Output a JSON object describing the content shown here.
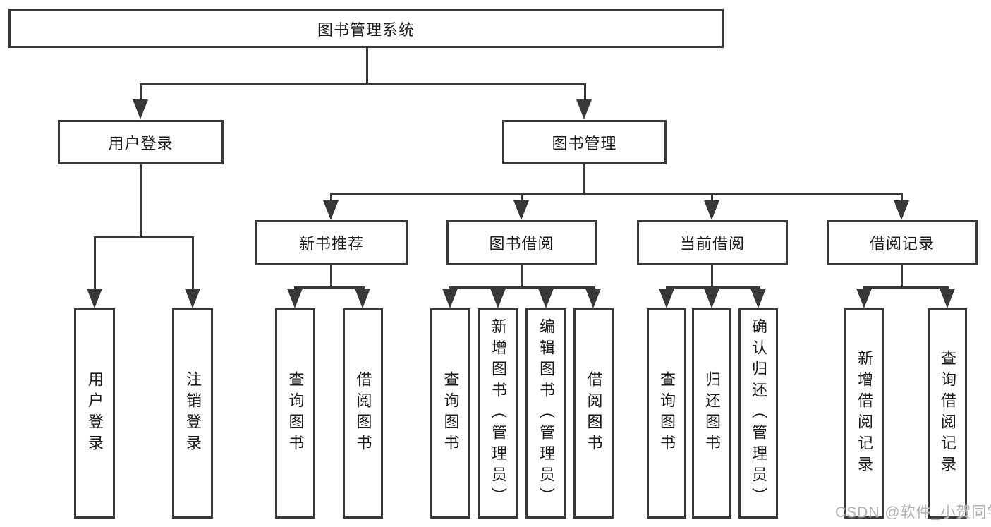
{
  "diagram_title": "图书管理系统",
  "tree": {
    "root": {
      "label": "图书管理系统"
    },
    "branches": [
      {
        "label": "用户登录",
        "children": [
          {
            "label": "用户登录"
          },
          {
            "label": "注销登录"
          }
        ]
      },
      {
        "label": "图书管理",
        "children": [
          {
            "label": "新书推荐",
            "children": [
              {
                "label": "查询图书"
              },
              {
                "label": "借阅图书"
              }
            ]
          },
          {
            "label": "图书借阅",
            "children": [
              {
                "label": "查询图书"
              },
              {
                "label": "新增图书（管理员）"
              },
              {
                "label": "编辑图书（管理员）"
              },
              {
                "label": "借阅图书"
              }
            ]
          },
          {
            "label": "当前借阅",
            "children": [
              {
                "label": "查询图书"
              },
              {
                "label": "归还图书"
              },
              {
                "label": "确认归还（管理员）"
              }
            ]
          },
          {
            "label": "借阅记录",
            "children": [
              {
                "label": "新增借阅记录"
              },
              {
                "label": "查询借阅记录"
              }
            ]
          }
        ]
      }
    ]
  },
  "watermark": {
    "text": "CSDN @软件_小贺同学"
  },
  "colors": {
    "line": "#383838",
    "box_border": "#383838",
    "text": "#1c1c1c",
    "background": "#ffffff",
    "watermark": "#b2b2b2"
  }
}
